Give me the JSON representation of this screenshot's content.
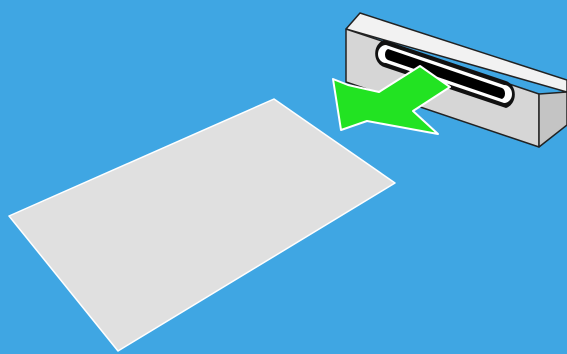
{
  "scene": {
    "colors": {
      "background": "#3fa6e3",
      "paper_fill": "#e0e0e0",
      "paper_stroke": "#ffffff",
      "device_top": "#f2f2f2",
      "device_front": "#d6d6d6",
      "device_end": "#c4c4c4",
      "device_stroke": "#222222",
      "slot_outer": "#111111",
      "slot_inner": "#ffffff",
      "slot_core": "#000000",
      "arrow_fill": "#22e322",
      "arrow_stroke": "#ffffff"
    },
    "objects": [
      {
        "name": "paper-sheet",
        "icon": "paper-sheet-icon"
      },
      {
        "name": "printer-slot-device",
        "icon": "printer-slot-icon"
      },
      {
        "name": "output-direction-arrow",
        "icon": "arrow-down-left-icon"
      }
    ]
  }
}
